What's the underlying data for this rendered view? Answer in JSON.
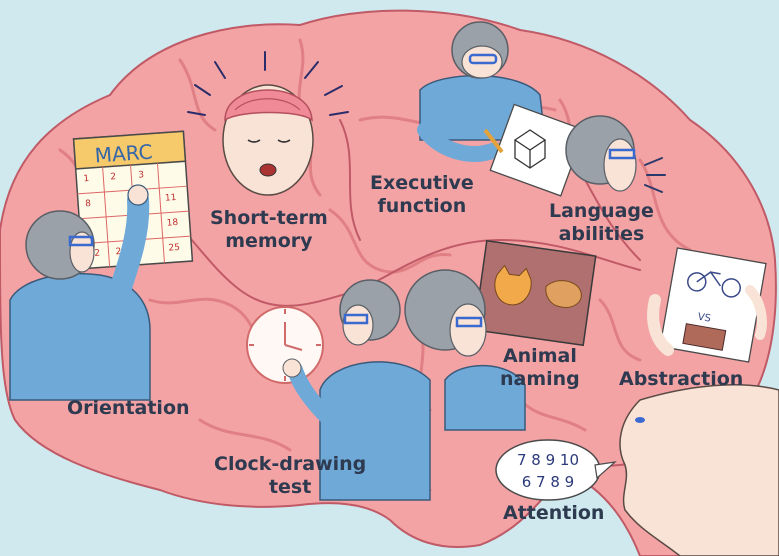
{
  "labels": {
    "short_term_1": "Short-term",
    "short_term_2": "memory",
    "executive_1": "Executive",
    "executive_2": "function",
    "language_1": "Language",
    "language_2": "abilities",
    "animal_1": "Animal",
    "animal_2": "naming",
    "abstraction": "Abstraction",
    "orientation": "Orientation",
    "clock_1": "Clock-drawing",
    "clock_2": "test",
    "attention": "Attention"
  },
  "calendar": {
    "month": "MARC",
    "days": [
      "1",
      "2",
      "3",
      "8",
      "11",
      "18",
      "22",
      "23",
      "25"
    ]
  },
  "attention_digits": {
    "row1": "7 8 9 10",
    "row2": "6 7 8 9"
  },
  "abstraction_card": {
    "vs": "VS"
  },
  "colors": {
    "background": "#cfe9ef",
    "brain": "#f4a3a5",
    "brain_dark": "#e07f84",
    "brain_outline": "#c05a66",
    "shirt": "#6ea9d8",
    "hair": "#9aa1a8",
    "skin": "#f8e3d6",
    "label": "#2d3a4f"
  }
}
